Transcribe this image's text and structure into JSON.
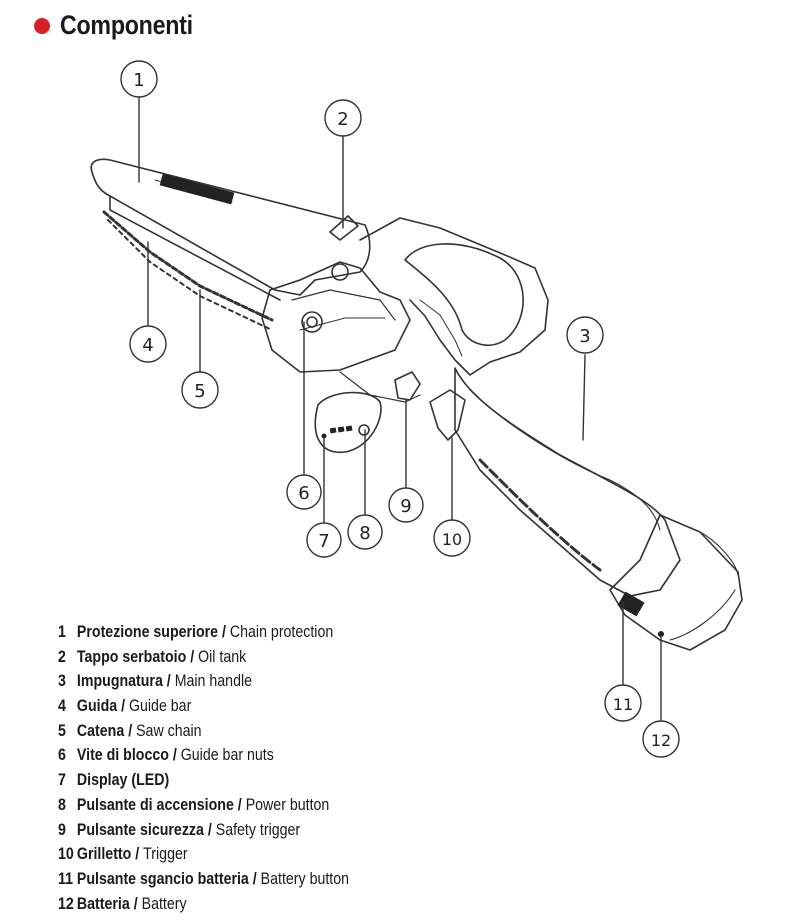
{
  "section_title": "Componenti",
  "accent_color": "#d61f26",
  "callouts": [
    "1",
    "2",
    "3",
    "4",
    "5",
    "6",
    "7",
    "8",
    "9",
    "10",
    "11",
    "12"
  ],
  "components": [
    {
      "num": "1",
      "it": "Protezione superiore",
      "sep": " / ",
      "en": "Chain protection"
    },
    {
      "num": "2",
      "it": "Tappo serbatoio",
      "sep": " / ",
      "en": "Oil tank"
    },
    {
      "num": "3",
      "it": "Impugnatura",
      "sep": " / ",
      "en": "Main handle"
    },
    {
      "num": "4",
      "it": "Guida",
      "sep": " / ",
      "en": "Guide bar"
    },
    {
      "num": "5",
      "it": "Catena",
      "sep": " / ",
      "en": "Saw chain"
    },
    {
      "num": "6",
      "it": "Vite di blocco",
      "sep": " / ",
      "en": "Guide bar nuts"
    },
    {
      "num": "7",
      "it": "Display (LED)",
      "sep": "",
      "en": ""
    },
    {
      "num": "8",
      "it": "Pulsante di accensione",
      "sep": " / ",
      "en": "Power button"
    },
    {
      "num": "9",
      "it": "Pulsante sicurezza",
      "sep": " / ",
      "en": "Safety trigger"
    },
    {
      "num": "10",
      "it": "Grilletto",
      "sep": " / ",
      "en": "Trigger"
    },
    {
      "num": "11",
      "it": "Pulsante sgancio batteria",
      "sep": " / ",
      "en": "Battery button"
    },
    {
      "num": "12",
      "it": "Batteria",
      "sep": " / ",
      "en": "Battery"
    }
  ]
}
